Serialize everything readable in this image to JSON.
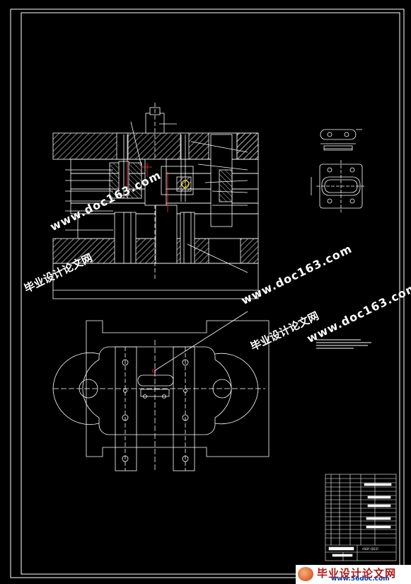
{
  "drawing": {
    "background": "#000000",
    "line_color": "#ffffff",
    "accent_colors": {
      "red": "#ff3030",
      "yellow": "#ffdd22"
    },
    "views": [
      "main-section-view",
      "top-plan-view",
      "part-detail-top",
      "part-detail-bottom",
      "title-block"
    ]
  },
  "watermarks": {
    "url_text": "www.doc163.com",
    "cn_text": "毕业设计论文网"
  },
  "bottom_logo": {
    "cn_text": "毕业设计论文网",
    "url_text": "www.56doc.com"
  },
  "title_block": {
    "label_text": "ASDF-QD3?"
  }
}
